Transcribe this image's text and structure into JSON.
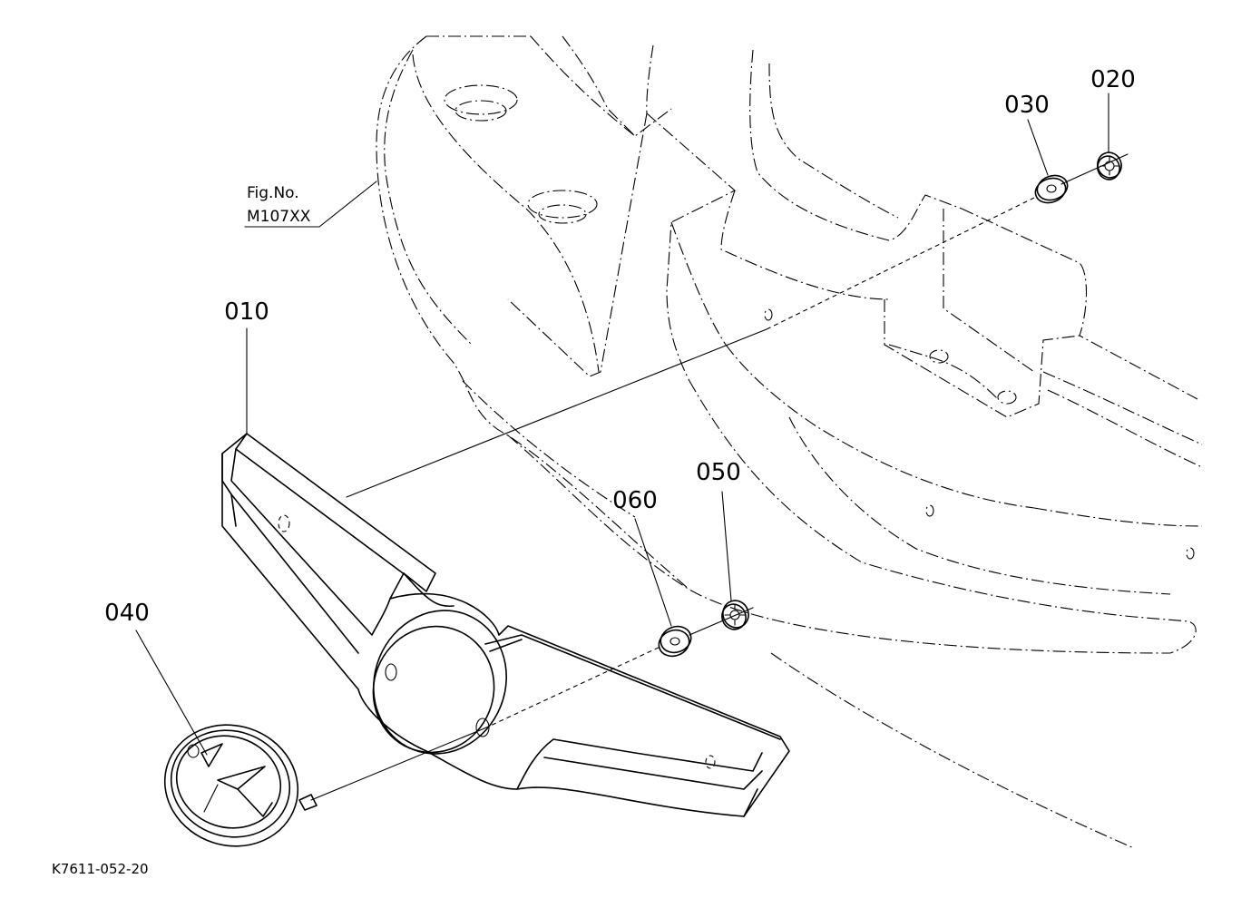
{
  "figure_reference": {
    "line1": "Fig.No.",
    "line2": "M107XX"
  },
  "parts": [
    {
      "id": "p010",
      "label": "010"
    },
    {
      "id": "p020",
      "label": "020"
    },
    {
      "id": "p030",
      "label": "030"
    },
    {
      "id": "p040",
      "label": "040"
    },
    {
      "id": "p050",
      "label": "050"
    },
    {
      "id": "p060",
      "label": "060"
    }
  ],
  "drawing_code": "K7611-052-20"
}
